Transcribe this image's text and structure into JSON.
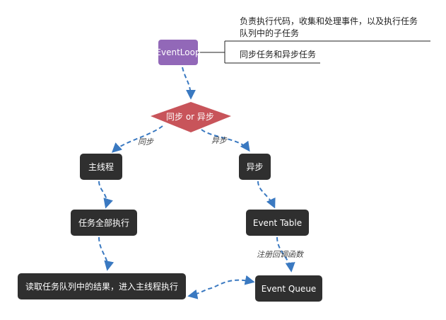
{
  "nodes": {
    "event_loop": "EventLoop",
    "decision": "同步 or 异步",
    "main_thread": "主线程",
    "async": "异步",
    "run_all": "任务全部执行",
    "event_table": "Event Table",
    "read_queue": "读取任务队列中的结果，进入主线程执行",
    "event_queue": "Event Queue"
  },
  "notes": {
    "line1": "负责执行代码，收集和处理事件，以及执行任务",
    "line2": "队列中的子任务",
    "line3": "同步任务和异步任务"
  },
  "edge_labels": {
    "sync": "同步",
    "async": "异步",
    "register": "注册回调函数"
  },
  "colors": {
    "node_dark": "#2f2f2f",
    "event_loop": "#9268b8",
    "decision": "#c8545a",
    "edge": "#3a79c1"
  }
}
